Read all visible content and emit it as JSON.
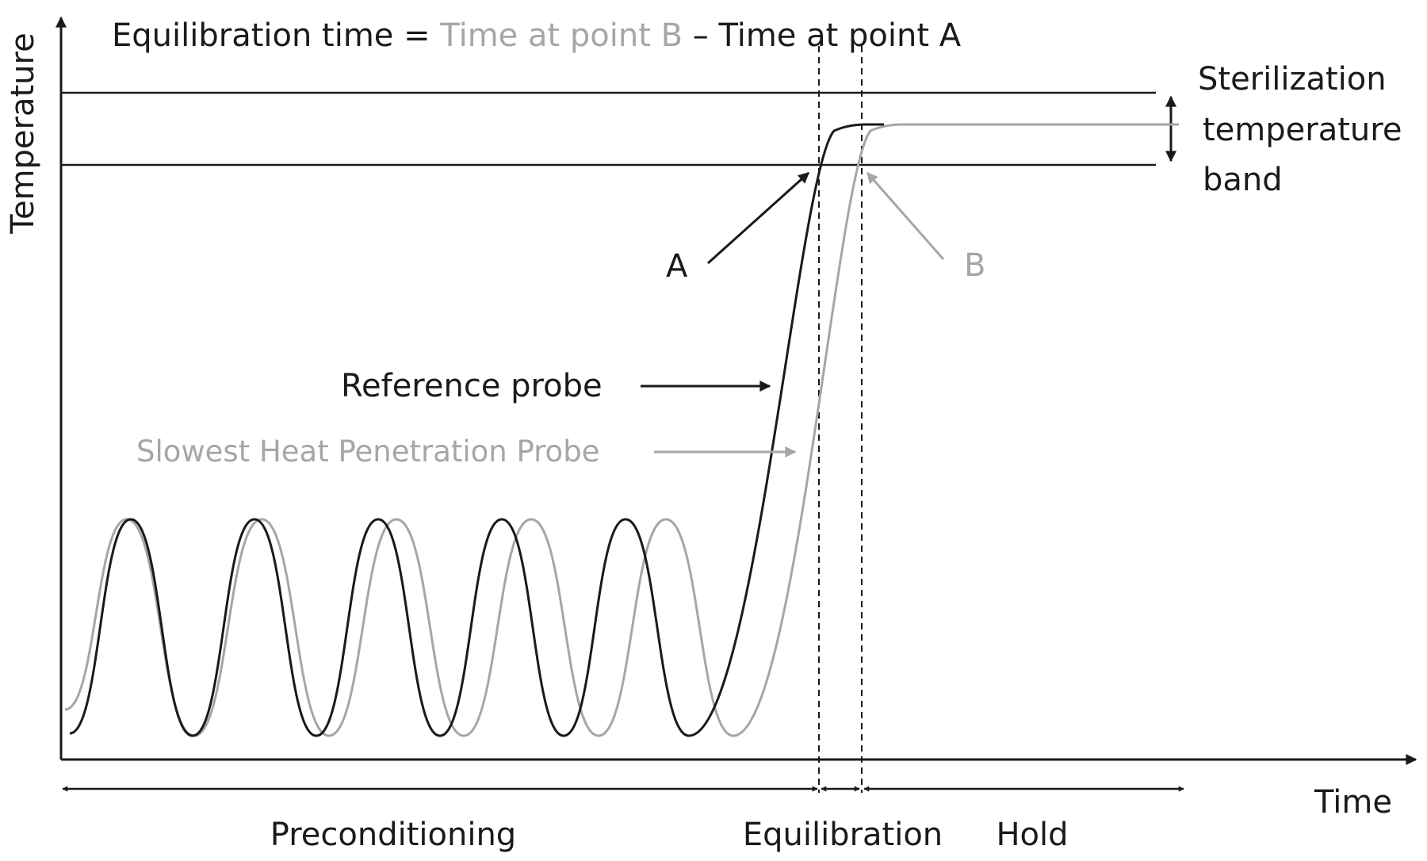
{
  "equation": {
    "lhs": "Equilibration time",
    "equals": "=",
    "term_b": "Time at point B",
    "minus": "–",
    "term_a": "Time at point A"
  },
  "axes": {
    "y_label": "Temperature",
    "x_label": "Time"
  },
  "band_label": [
    "Sterilization",
    "temperature",
    "band"
  ],
  "points": {
    "a": "A",
    "b": "B"
  },
  "probes": {
    "reference": "Reference probe",
    "slowest": "Slowest Heat Penetration Probe"
  },
  "phases": {
    "preconditioning": "Preconditioning",
    "equilibration": "Equilibration",
    "hold": "Hold"
  },
  "colors": {
    "reference": "#1a1a1a",
    "slowest": "#a6a6a6"
  }
}
